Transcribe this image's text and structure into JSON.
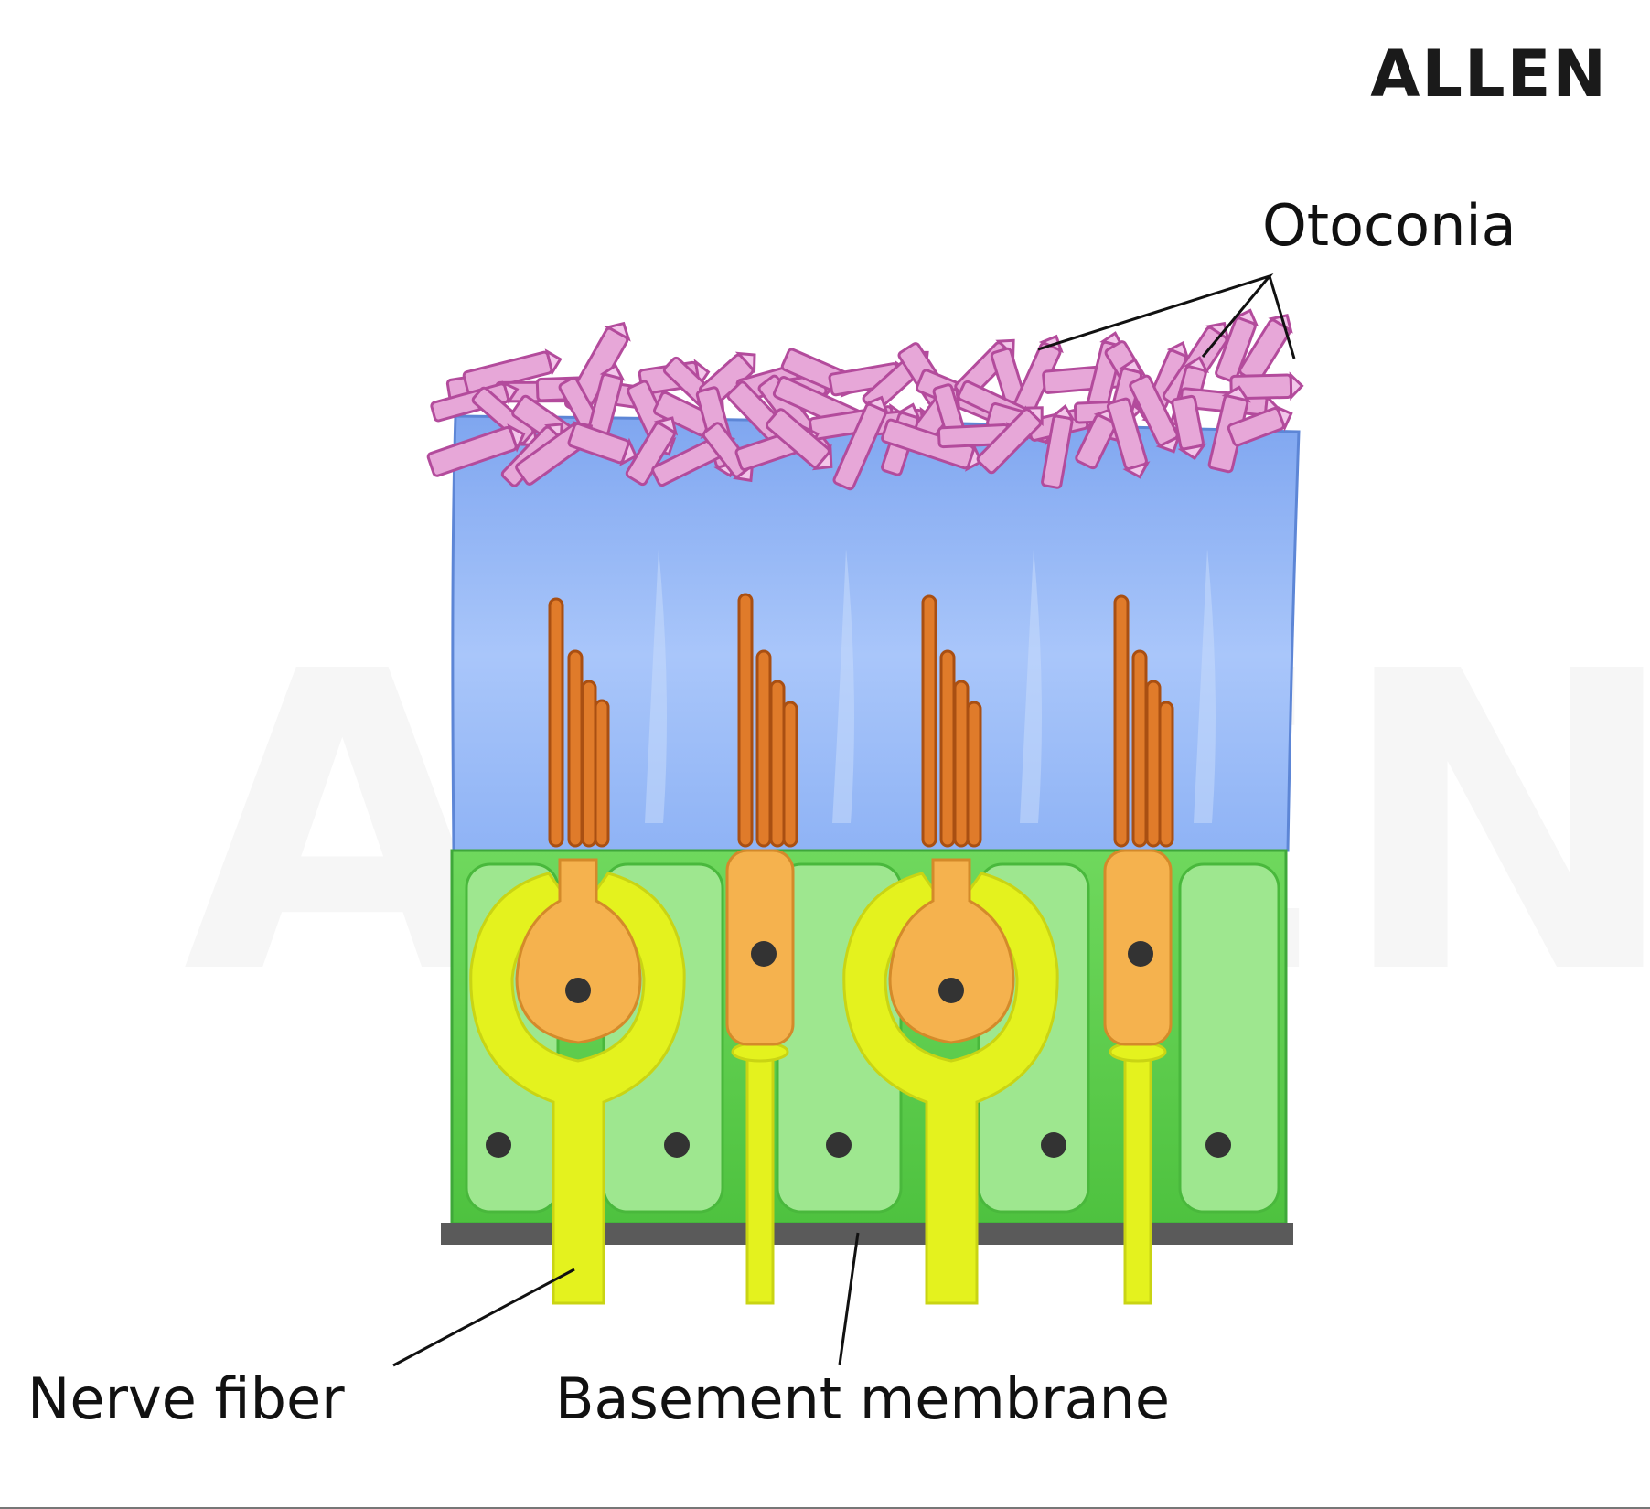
{
  "brand": {
    "logo_text": "ALLEN"
  },
  "labels": {
    "otoconia": "Otoconia",
    "nerve_fiber": "Nerve fiber",
    "basement_membrane": "Basement membrane"
  },
  "colors": {
    "gel_layer": "#8fb3f5",
    "otoconia_fill": "#e7a7d8",
    "otoconia_edge": "#b34b9c",
    "support_cells": "#7fe06e",
    "hair_cell": "#f5b24e",
    "nerve_fiber": "#e4f21e",
    "stereocilia": "#d2691e",
    "basement_membrane": "#5a5a5a",
    "nucleus": "#333333"
  }
}
